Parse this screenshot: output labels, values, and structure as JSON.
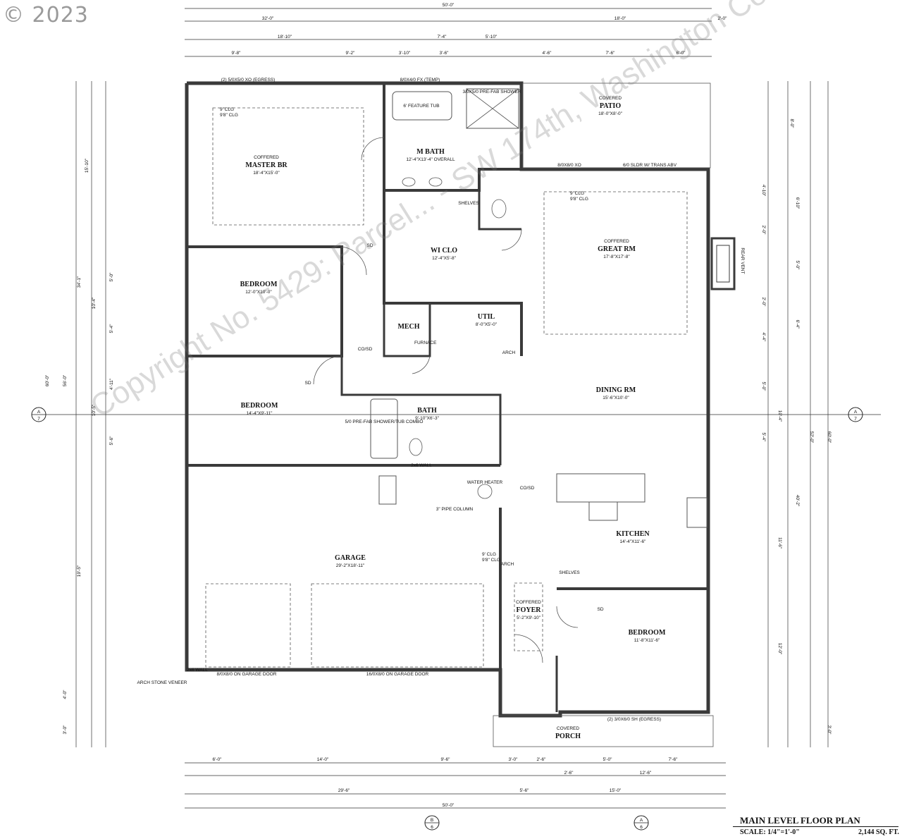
{
  "copyright": "© 2023",
  "watermark": "Copyright No. 5429: Parcel... - SW 174th, Washington Co. OR ONLY",
  "title_block": {
    "title": "MAIN LEVEL FLOOR PLAN",
    "scale": "SCALE: 1/4\"=1'-0\"",
    "area": "2,144 SQ. FT."
  },
  "rooms": [
    {
      "id": "master_br",
      "sub": "COFFERED",
      "name": "MASTER BR",
      "size": "18'-4\"X15'-0\"",
      "note": "9' CLG\n9'8\" CLG"
    },
    {
      "id": "m_bath",
      "sub": "",
      "name": "M BATH",
      "size": "12'-4\"X13'-4\" OVERALL",
      "note": ""
    },
    {
      "id": "patio",
      "sub": "COVERED",
      "name": "PATIO",
      "size": "18'-0\"X8'-0\"",
      "note": ""
    },
    {
      "id": "great_rm",
      "sub": "COFFERED",
      "name": "GREAT RM",
      "size": "17'-8\"X17'-8\"",
      "note": "9' CLG\n9'8\" CLG"
    },
    {
      "id": "wi_clo",
      "sub": "",
      "name": "WI CLO",
      "size": "12'-4\"X5'-8\"",
      "note": ""
    },
    {
      "id": "bedroom_1",
      "sub": "",
      "name": "BEDROOM",
      "size": "12'-0\"X10'-0\"",
      "note": ""
    },
    {
      "id": "mech",
      "sub": "",
      "name": "MECH",
      "size": "",
      "note": "FURNACE"
    },
    {
      "id": "util",
      "sub": "",
      "name": "UTIL",
      "size": "8'-0\"X5'-0\"",
      "note": ""
    },
    {
      "id": "bedroom_2",
      "sub": "",
      "name": "BEDROOM",
      "size": "14'-4\"X9'-11\"",
      "note": ""
    },
    {
      "id": "bath",
      "sub": "",
      "name": "BATH",
      "size": "9'-10\"X6'-3\"",
      "note": ""
    },
    {
      "id": "dining_rm",
      "sub": "",
      "name": "DINING RM",
      "size": "15'-6\"X10'-0\"",
      "note": ""
    },
    {
      "id": "garage",
      "sub": "",
      "name": "GARAGE",
      "size": "29'-2\"X18'-11\"",
      "note": ""
    },
    {
      "id": "kitchen",
      "sub": "",
      "name": "KITCHEN",
      "size": "14'-4\"X11'-6\"",
      "note": ""
    },
    {
      "id": "foyer",
      "sub": "COFFERED",
      "name": "FOYER",
      "size": "5'-2\"X9'-10\"",
      "note": "9' CLG\n9'8\" CLG"
    },
    {
      "id": "bedroom_3",
      "sub": "",
      "name": "BEDROOM",
      "size": "11'-8\"X11'-6\"",
      "note": ""
    },
    {
      "id": "porch",
      "sub": "COVERED",
      "name": "PORCH",
      "size": "",
      "note": ""
    }
  ],
  "labels": {
    "top_window": "(2) 5/0X5/0 XO (EGRESS)",
    "fx_window": "8/0X4/0 FX (TEMP)",
    "shower": "3/0X5/0 PRE-FAB SHOWER",
    "feature_tub": "6' FEATURE TUB",
    "patio_door_1": "8/0X8/0 XO",
    "patio_door_2": "6/0 SLDR W/ TRANS ABV",
    "garage_door_1": "8/0X8/0 ON GARAGE DOOR",
    "garage_door_2": "16/0X8/0 ON GARAGE DOOR",
    "arch_stone": "ARCH STONE VENEER",
    "water_heater": "WATER HEATER",
    "pipe_column": "3\" PIPE COLUMN",
    "shower_tub": "5/0 PRE-FAB SHOWER/TUB COMBO",
    "porch_window": "(2) 3/0X6/0 SH (EGRESS)",
    "wall_2x6": "2x6 WALL",
    "arch": "ARCH",
    "shelves": "SHELVES",
    "rear_vent": "REAR VENT",
    "sd": "SD",
    "co_sd": "CO/SD"
  },
  "dims_top": {
    "overall": "50'-0\"",
    "row1": [
      "32'-0\"",
      "18'-0\"",
      "2'-0\""
    ],
    "row2": [
      "18'-10\"",
      "7'-4\"",
      "5'-10\""
    ],
    "row3": [
      "9'-8\"",
      "9'-2\"",
      "3'-10\"",
      "3'-6\"",
      "4'-6\"",
      "7'-6\"",
      "6'-0\""
    ]
  },
  "dims_bottom": {
    "row1": [
      "6'-0\"",
      "14'-0\"",
      "9'-6\"",
      "3'-0\"",
      "2'-6\"",
      "5'-0\"",
      "7'-6\""
    ],
    "row2": [
      "2'-6\"",
      "12'-6\""
    ],
    "row3": [
      "29'-6\"",
      "5'-6\"",
      "15'-0\""
    ],
    "overall": "50'-0\""
  },
  "dims_left": [
    "15'-10\"",
    "34'-1\"",
    "5'-0\"",
    "10'-4\"",
    "5'-4\"",
    "56'-0\"",
    "60'-0\"",
    "4'-11\"",
    "10'-5\"",
    "5'-6\"",
    "19'-5\"",
    "4'-0\"",
    "3'-0\""
  ],
  "dims_right": [
    "8'-0\"",
    "4'-10\"",
    "6'-10\"",
    "2'-0\"",
    "5'-0\"",
    "2'-0\"",
    "6'-4\"",
    "4'-4\"",
    "5'-0\"",
    "10'-4\"",
    "5'-4\"",
    "52'-0\"",
    "60'-0\"",
    "40'-2\"",
    "11'-6\"",
    "12'-0\"",
    "3'-0\""
  ],
  "markers": [
    {
      "letter": "A",
      "num": "7"
    },
    {
      "letter": "A",
      "num": "7"
    },
    {
      "letter": "B",
      "num": "6"
    },
    {
      "letter": "A",
      "num": "6"
    }
  ]
}
